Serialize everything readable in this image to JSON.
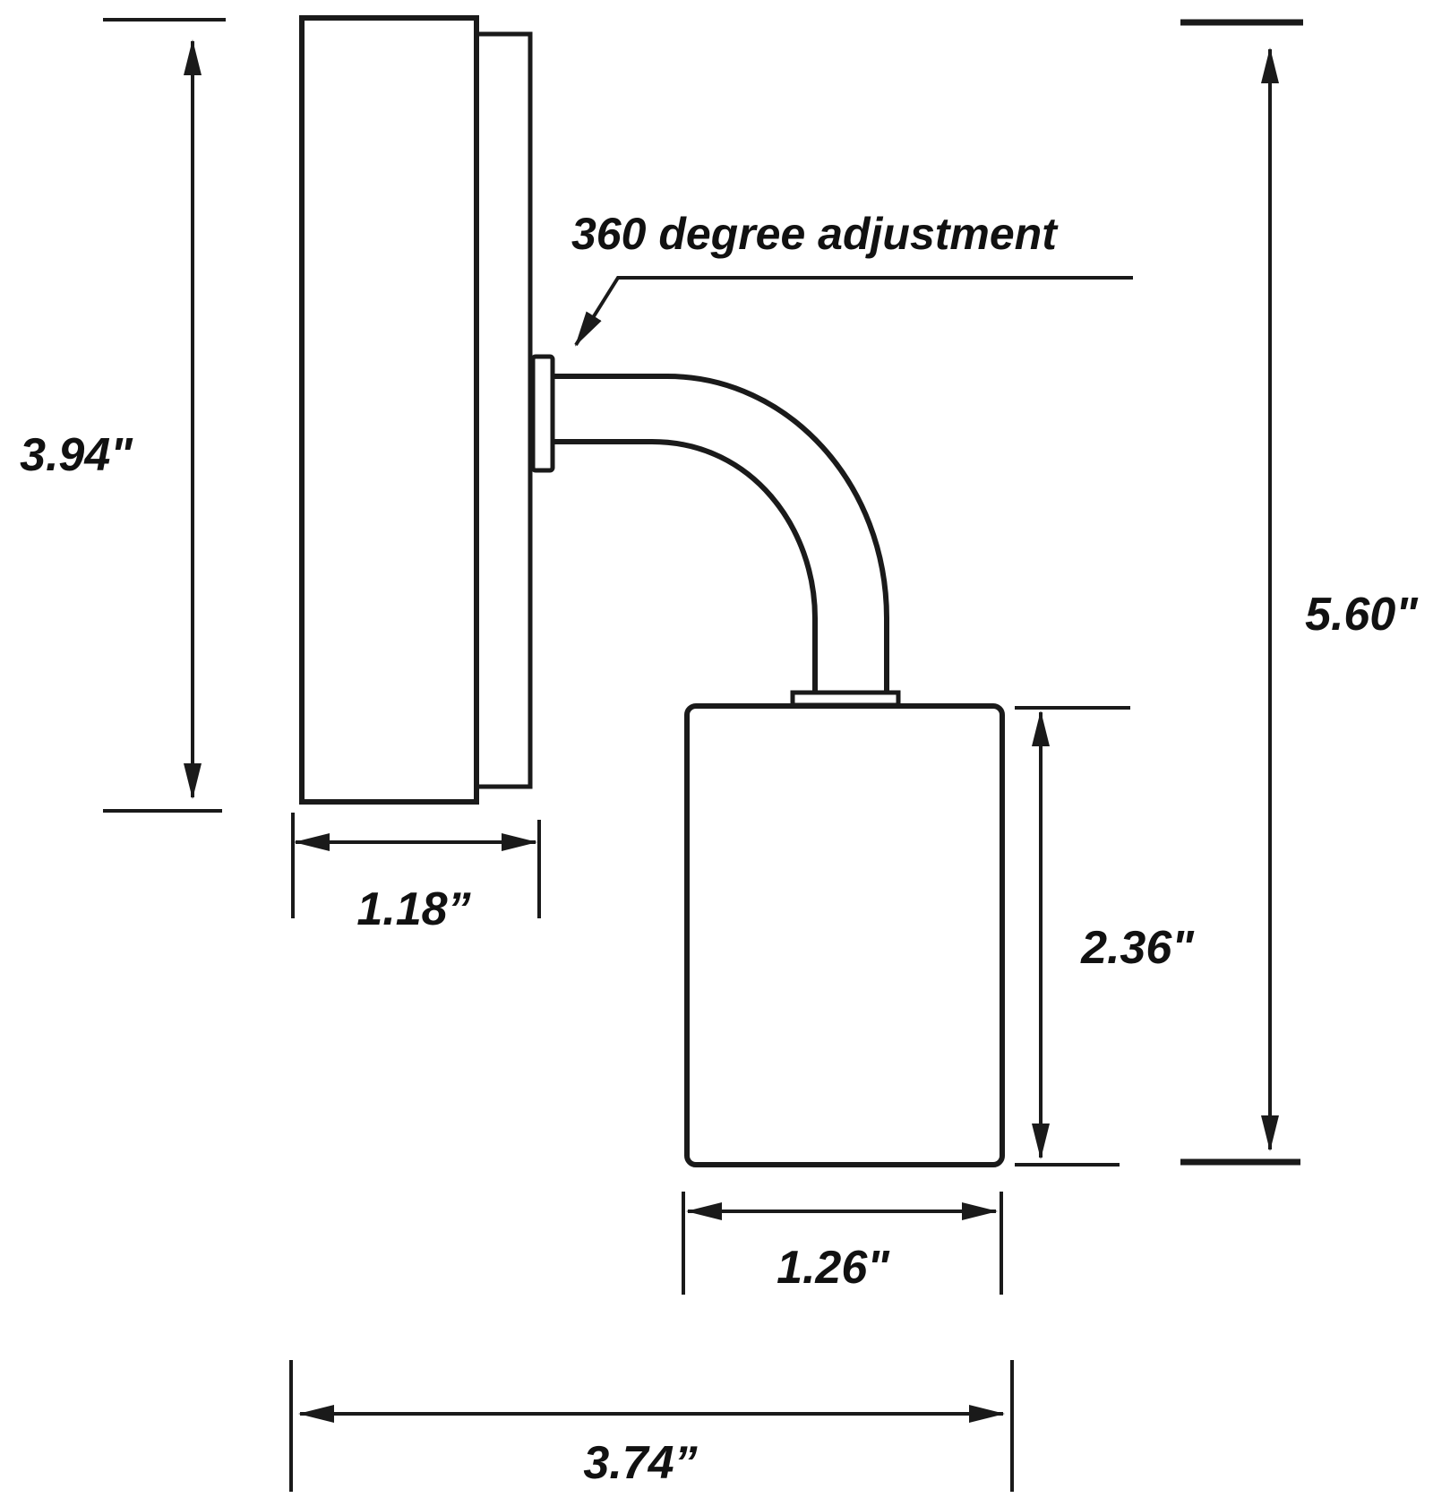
{
  "diagram": {
    "annotation": "360 degree adjustment",
    "dimensions": {
      "backplate_height": "3.94\"",
      "backplate_depth": "1.18”",
      "overall_height": "5.60\"",
      "shade_height": "2.36\"",
      "shade_width": "1.26\"",
      "overall_projection": "3.74”"
    },
    "colors": {
      "line": "#1a1a1a",
      "background": "#ffffff"
    }
  }
}
